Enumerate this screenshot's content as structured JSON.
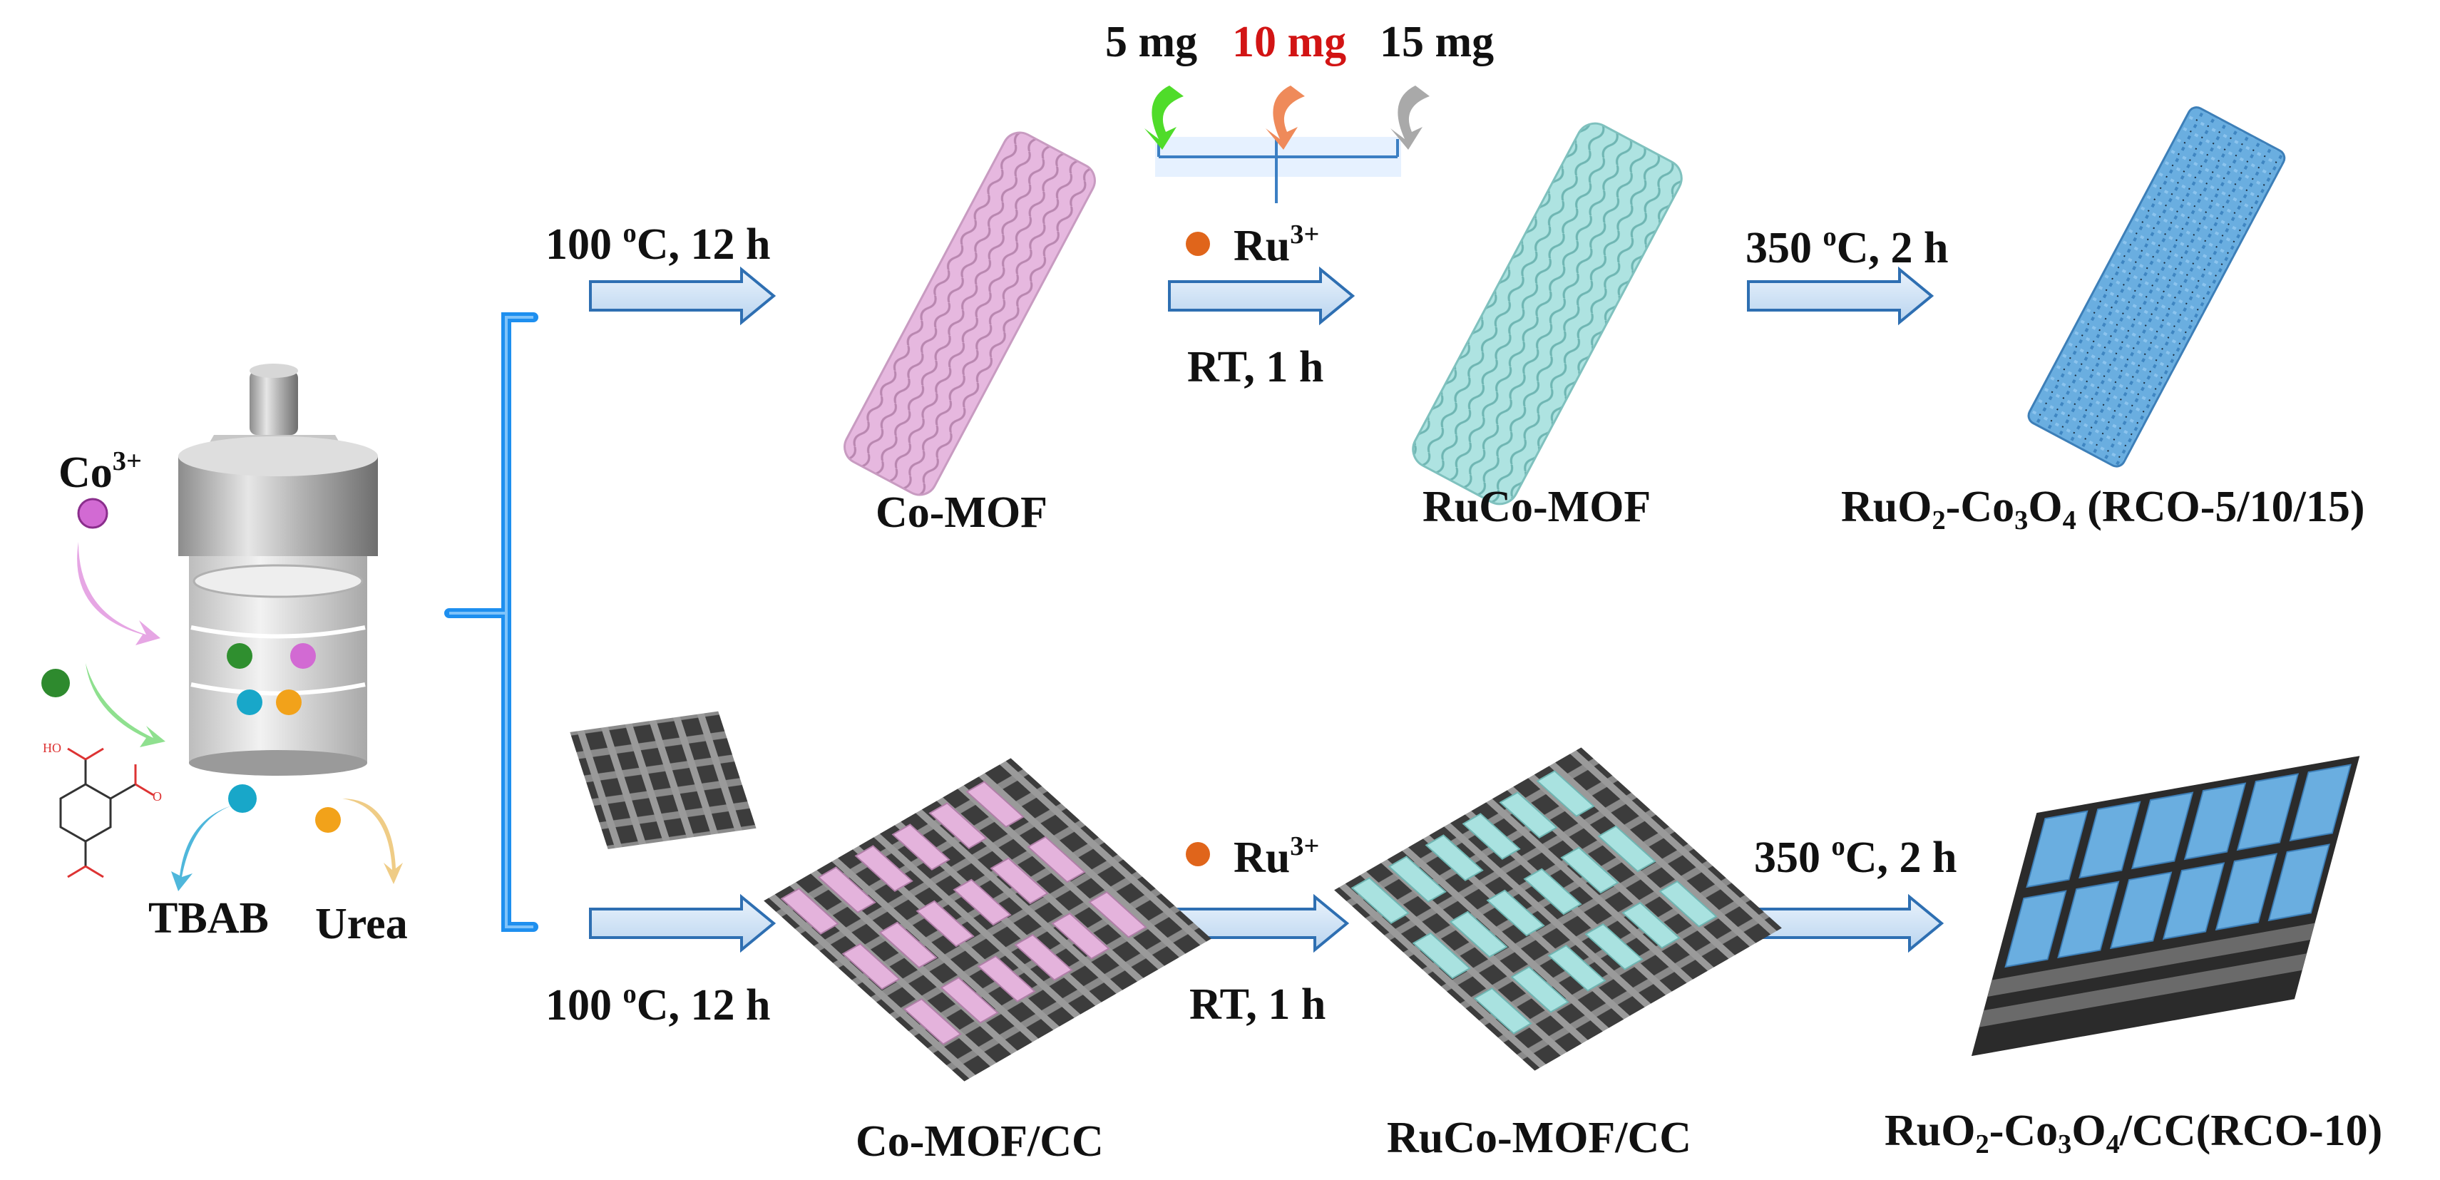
{
  "colors": {
    "arrow_fill": "#cde0f4",
    "arrow_stroke": "#2e6fb2",
    "bracket": "#1e8fef",
    "co_mof": "#e4b3dc",
    "ruco_mof": "#a9e2e0",
    "rco": "#6aaee0",
    "carbon_cloth": "#4a4a4a",
    "ru_dot": "#e0651b",
    "dose_highlight": "#d21414"
  },
  "reagents": {
    "co": "Co",
    "co_charge": "3+",
    "tbab": "TBAB",
    "urea": "Urea"
  },
  "top_row": {
    "step1": "100 °C, 12 h",
    "step1_base": "100 ",
    "step1_sup": "o",
    "step1_tail": "C, 12 h",
    "ru": "Ru",
    "ru_charge": "3+",
    "step2": "RT, 1 h",
    "step3_base": "350 ",
    "step3_sup": "o",
    "step3_tail": "C, 2 h",
    "doses": [
      "5 mg",
      "10 mg",
      "15 mg"
    ],
    "product1": "Co-MOF",
    "product2": "RuCo-MOF",
    "product3_a": "RuO",
    "product3_s1": "2",
    "product3_b": "-Co",
    "product3_s2": "3",
    "product3_c": "O",
    "product3_s3": "4",
    "product3_d": " (RCO-5/10/15)"
  },
  "bottom_row": {
    "step1_base": "100 ",
    "step1_sup": "o",
    "step1_tail": "C, 12 h",
    "ru": "Ru",
    "ru_charge": "3+",
    "step2": "RT, 1 h",
    "step3_base": "350 ",
    "step3_sup": "o",
    "step3_tail": "C, 2 h",
    "product1": "Co-MOF/CC",
    "product2": "RuCo-MOF/CC",
    "product3_a": "RuO",
    "product3_s1": "2",
    "product3_b": "-Co",
    "product3_s2": "3",
    "product3_c": "O",
    "product3_s3": "4",
    "product3_d": "/CC(RCO-10)"
  },
  "molecule_atoms": {
    "oh": "HO",
    "o": "O"
  }
}
